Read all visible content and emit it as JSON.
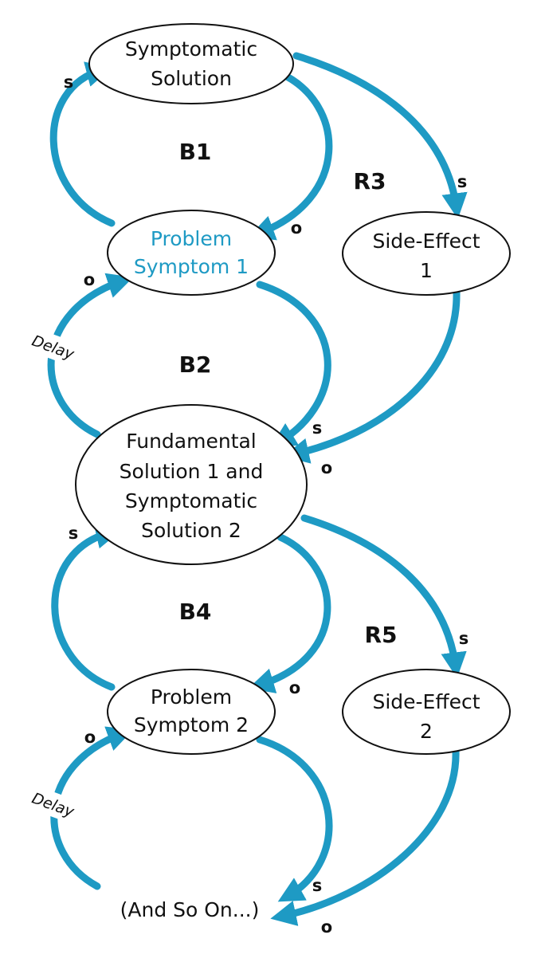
{
  "colors": {
    "accent": "#1e9ac4",
    "text": "#111111",
    "background": "#ffffff"
  },
  "nodes": {
    "symptomatic_solution": [
      "Symptomatic",
      "Solution"
    ],
    "problem_symptom_1": [
      "Problem",
      "Symptom 1"
    ],
    "side_effect_1": [
      "Side-Effect",
      "1"
    ],
    "fundamental_solution_1": [
      "Fundamental",
      "Solution 1 and",
      "Symptomatic",
      "Solution 2"
    ],
    "problem_symptom_2": [
      "Problem",
      "Symptom 2"
    ],
    "side_effect_2": [
      "Side-Effect",
      "2"
    ],
    "and_so_on": [
      "(And So On...)"
    ]
  },
  "loops": {
    "b1": "B1",
    "r3": "R3",
    "b2": "B2",
    "b4": "B4",
    "r5": "R5"
  },
  "polarity": {
    "same": "s",
    "opposite": "o"
  },
  "delay_label": "Delay"
}
